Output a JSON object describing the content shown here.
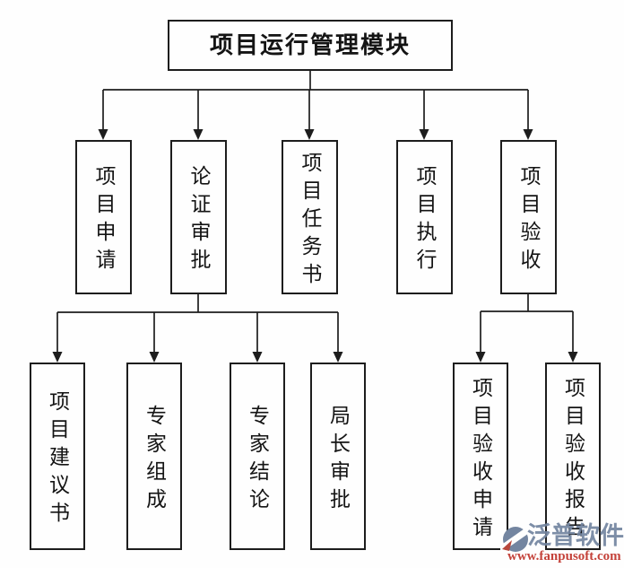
{
  "diagram": {
    "root": {
      "label": "项目运行管理模块"
    },
    "level1": [
      {
        "label": "项目申请"
      },
      {
        "label": "论证审批"
      },
      {
        "label": "项目任务书"
      },
      {
        "label": "项目执行"
      },
      {
        "label": "项目验收"
      }
    ],
    "approval_children": [
      {
        "label": "项目建议书"
      },
      {
        "label": "专家组成"
      },
      {
        "label": "专家结论"
      },
      {
        "label": "局长审批"
      }
    ],
    "acceptance_children": [
      {
        "label": "项目验收申请"
      },
      {
        "label": "项目验收报告"
      }
    ]
  },
  "watermark": {
    "brand": "泛普软件",
    "url": "www.fanpusoft.com",
    "brand_color": "#7385a0",
    "url_color": "#c4423a",
    "logo_red": "#b8473c"
  },
  "colors": {
    "line": "#1d1d1d",
    "background": "#fefefe"
  }
}
